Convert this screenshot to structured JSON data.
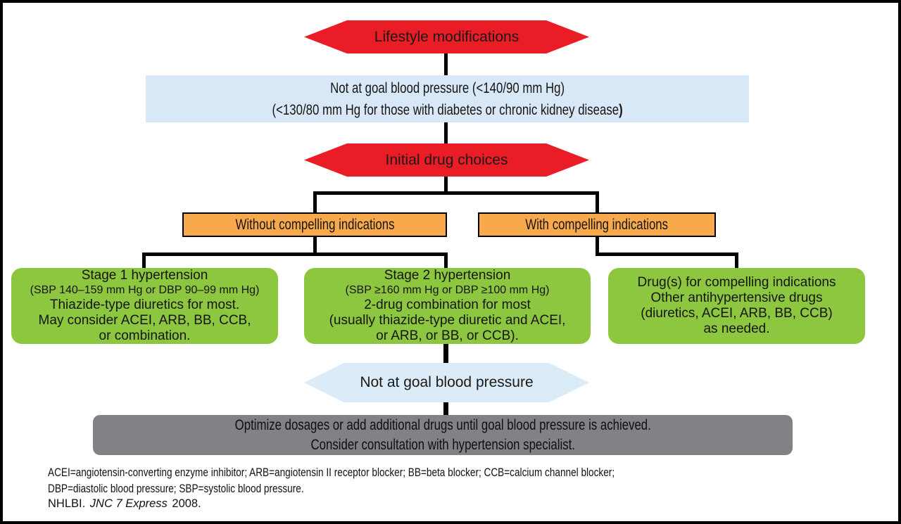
{
  "colors": {
    "red": "#ea1c25",
    "orange": "#f7a94c",
    "green": "#8dc63f",
    "light_blue": "#d9e8f6",
    "gray": "#808285",
    "line": "#000000"
  },
  "flow": {
    "lifestyle": {
      "label": "Lifestyle modifications"
    },
    "not_at_goal": {
      "line1": "Not at goal blood pressure (<140/90 mm Hg)",
      "line2": "(<130/80 mm Hg for those with diabetes or chronic kidney disease",
      "line2_close": ")"
    },
    "initial": {
      "label": "Initial drug choices"
    },
    "without": {
      "label": "Without compelling indications"
    },
    "with": {
      "label": "With compelling indications"
    },
    "stage1": {
      "title": "Stage 1 hypertension",
      "subtitle": "(SBP 140–159 mm Hg or DBP 90–99 mm Hg)",
      "lines": [
        "Thiazide-type diuretics for most.",
        "May consider ACEI, ARB, BB, CCB,",
        "or combination."
      ]
    },
    "stage2": {
      "title": "Stage 2 hypertension",
      "subtitle": "(SBP ≥160 mm Hg or DBP ≥100 mm Hg)",
      "lines": [
        "2-drug combination for most",
        "(usually thiazide-type diuretic and ACEI,",
        "or ARB, or BB, or CCB)."
      ]
    },
    "compelling": {
      "lines": [
        "Drug(s) for compelling indications",
        "Other antihypertensive drugs",
        "(diuretics, ACEI, ARB, BB, CCB)",
        "as needed."
      ]
    },
    "not_at_goal_2": {
      "label": "Not at goal blood pressure"
    },
    "optimize": {
      "lines": [
        "Optimize dosages or add additional drugs until goal blood pressure is achieved.",
        "Consider consultation with hypertension specialist."
      ]
    }
  },
  "footer": {
    "abbrev_line1": "ACEI=angiotensin-converting enzyme inhibitor; ARB=angiotensin II receptor blocker; BB=beta blocker; CCB=calcium channel blocker;",
    "abbrev_line2": "DBP=diastolic blood pressure; SBP=systolic blood pressure.",
    "source_prefix": "NHLBI.",
    "source_italic": "JNC 7 Express",
    "source_suffix": "2008."
  }
}
